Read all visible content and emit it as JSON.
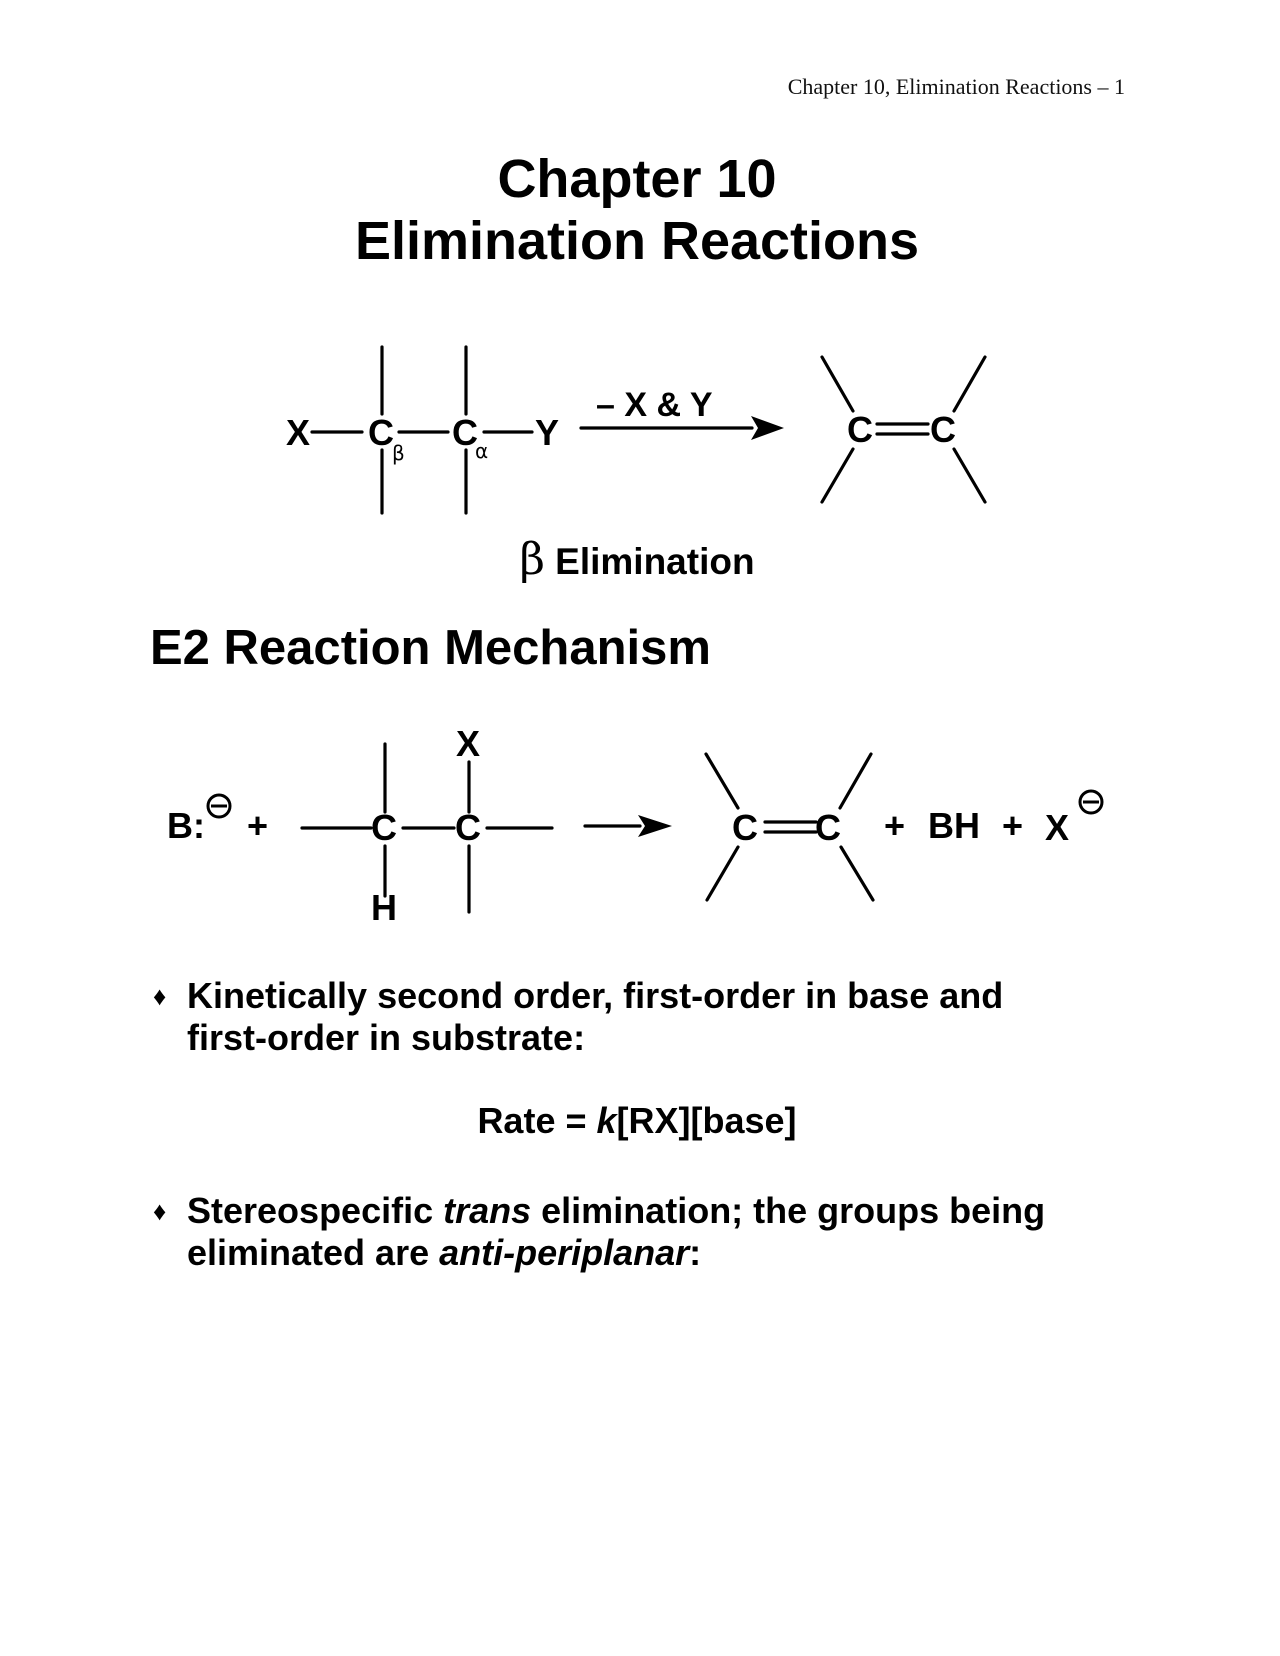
{
  "page": {
    "running_header": "Chapter 10, Elimination Reactions – 1"
  },
  "title": {
    "line1": "Chapter 10",
    "line2": "Elimination Reactions"
  },
  "beta_elimination_scheme": {
    "left_group": "X",
    "carbon_beta": "C",
    "carbon_beta_sub": "β",
    "carbon_alpha": "C",
    "carbon_alpha_sub": "α",
    "right_group": "Y",
    "arrow_label": "– X & Y",
    "product_c1": "C",
    "product_c2": "C",
    "caption_symbol": "β",
    "caption_text": " Elimination"
  },
  "section": {
    "heading": "E2 Reaction Mechanism"
  },
  "e2_scheme": {
    "base": "B:",
    "base_charge": "⊖",
    "plus1": "+",
    "top_substituent": "X",
    "carbon_left": "C",
    "carbon_right": "C",
    "bottom_substituent": "H",
    "product_c1": "C",
    "product_c2": "C",
    "plus2": "+",
    "byproduct1": "BH",
    "plus3": "+",
    "byproduct2": "X",
    "byproduct2_charge": "⊖"
  },
  "bullets": [
    {
      "marker": "♦",
      "line1": "Kinetically second order, first-order in base and",
      "line2": "first-order in substrate:"
    },
    {
      "marker": "♦",
      "line1_pre": "Stereospecific ",
      "line1_italic": "trans",
      "line1_post": " elimination; the groups being",
      "line2_pre": "eliminated are ",
      "line2_italic": "anti-periplanar",
      "line2_post": ":"
    }
  ],
  "rate_law": {
    "pre": "Rate = ",
    "k": "k",
    "post": "[RX][base]"
  }
}
